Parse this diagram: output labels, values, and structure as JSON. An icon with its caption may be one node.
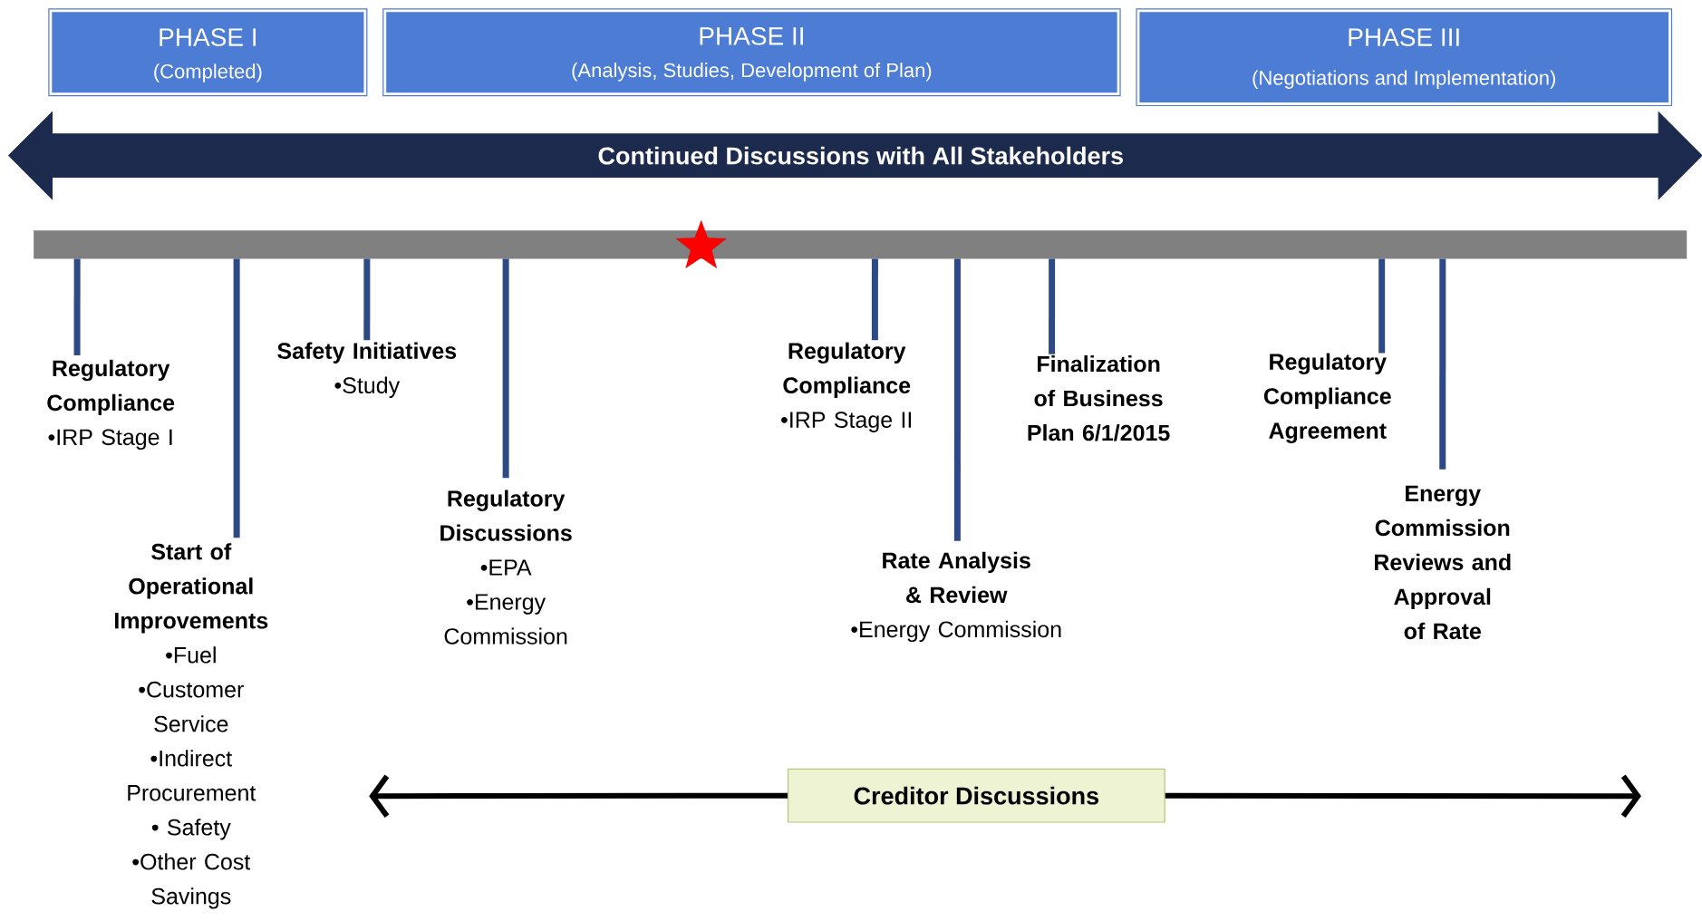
{
  "diagram": {
    "nodes": [
      {
        "text": [
          "PHASE I",
          "(Completed)"
        ]
      },
      {
        "text": [
          "PHASE II",
          "(Analysis, Studies, Development of Plan)"
        ]
      },
      {
        "text": [
          "PHASE III",
          "(Negotiations and Implementation)"
        ]
      },
      {
        "text": [
          "Continued Discussions with All Stakeholders"
        ]
      },
      {
        "text": [],
        "shape": "bar"
      },
      {
        "text": [
          "Regulatory Compliance",
          "•IRP Stage I"
        ]
      },
      {
        "text": [
          "Start of Operational Improvements",
          "•Fuel",
          "•Customer Service",
          "•Indirect Procurement",
          "• Safety",
          "•Other Cost Savings"
        ]
      },
      {
        "text": [
          "Safety Initiatives",
          "•Study"
        ]
      },
      {
        "text": [
          "Regulatory Discussions",
          "•EPA",
          "•Energy Commission"
        ]
      },
      {
        "text": [
          "Regulatory Compliance",
          "•IRP Stage II"
        ]
      },
      {
        "text": [
          "Rate Analysis & Review",
          "•Energy Commission"
        ]
      },
      {
        "text": [
          "Finalization of Business Plan 6/1/2015"
        ]
      },
      {
        "text": [
          "Regulatory Compliance Agreement"
        ]
      },
      {
        "text": [
          "Energy Commission Reviews and Approval of Rate"
        ]
      },
      {
        "text": [
          "Creditor Discussions"
        ]
      }
    ],
    "edges": [
      {
        "from": 4,
        "to": 5,
        "arrow": "none"
      },
      {
        "from": 4,
        "to": 6,
        "arrow": "none"
      },
      {
        "from": 4,
        "to": 7,
        "arrow": "none"
      },
      {
        "from": 4,
        "to": 8,
        "arrow": "none"
      },
      {
        "from": 4,
        "to": 9,
        "arrow": "none"
      },
      {
        "from": 4,
        "to": 10,
        "arrow": "none"
      },
      {
        "from": 4,
        "to": 11,
        "arrow": "none"
      },
      {
        "from": 4,
        "to": 12,
        "arrow": "none"
      },
      {
        "from": 4,
        "to": 13,
        "arrow": "none"
      },
      {
        "from": 14,
        "to": null,
        "arrow": "to",
        "color": "#000000"
      },
      {
        "from": 14,
        "to": null,
        "arrow": "to",
        "color": "#000000"
      }
    ]
  }
}
